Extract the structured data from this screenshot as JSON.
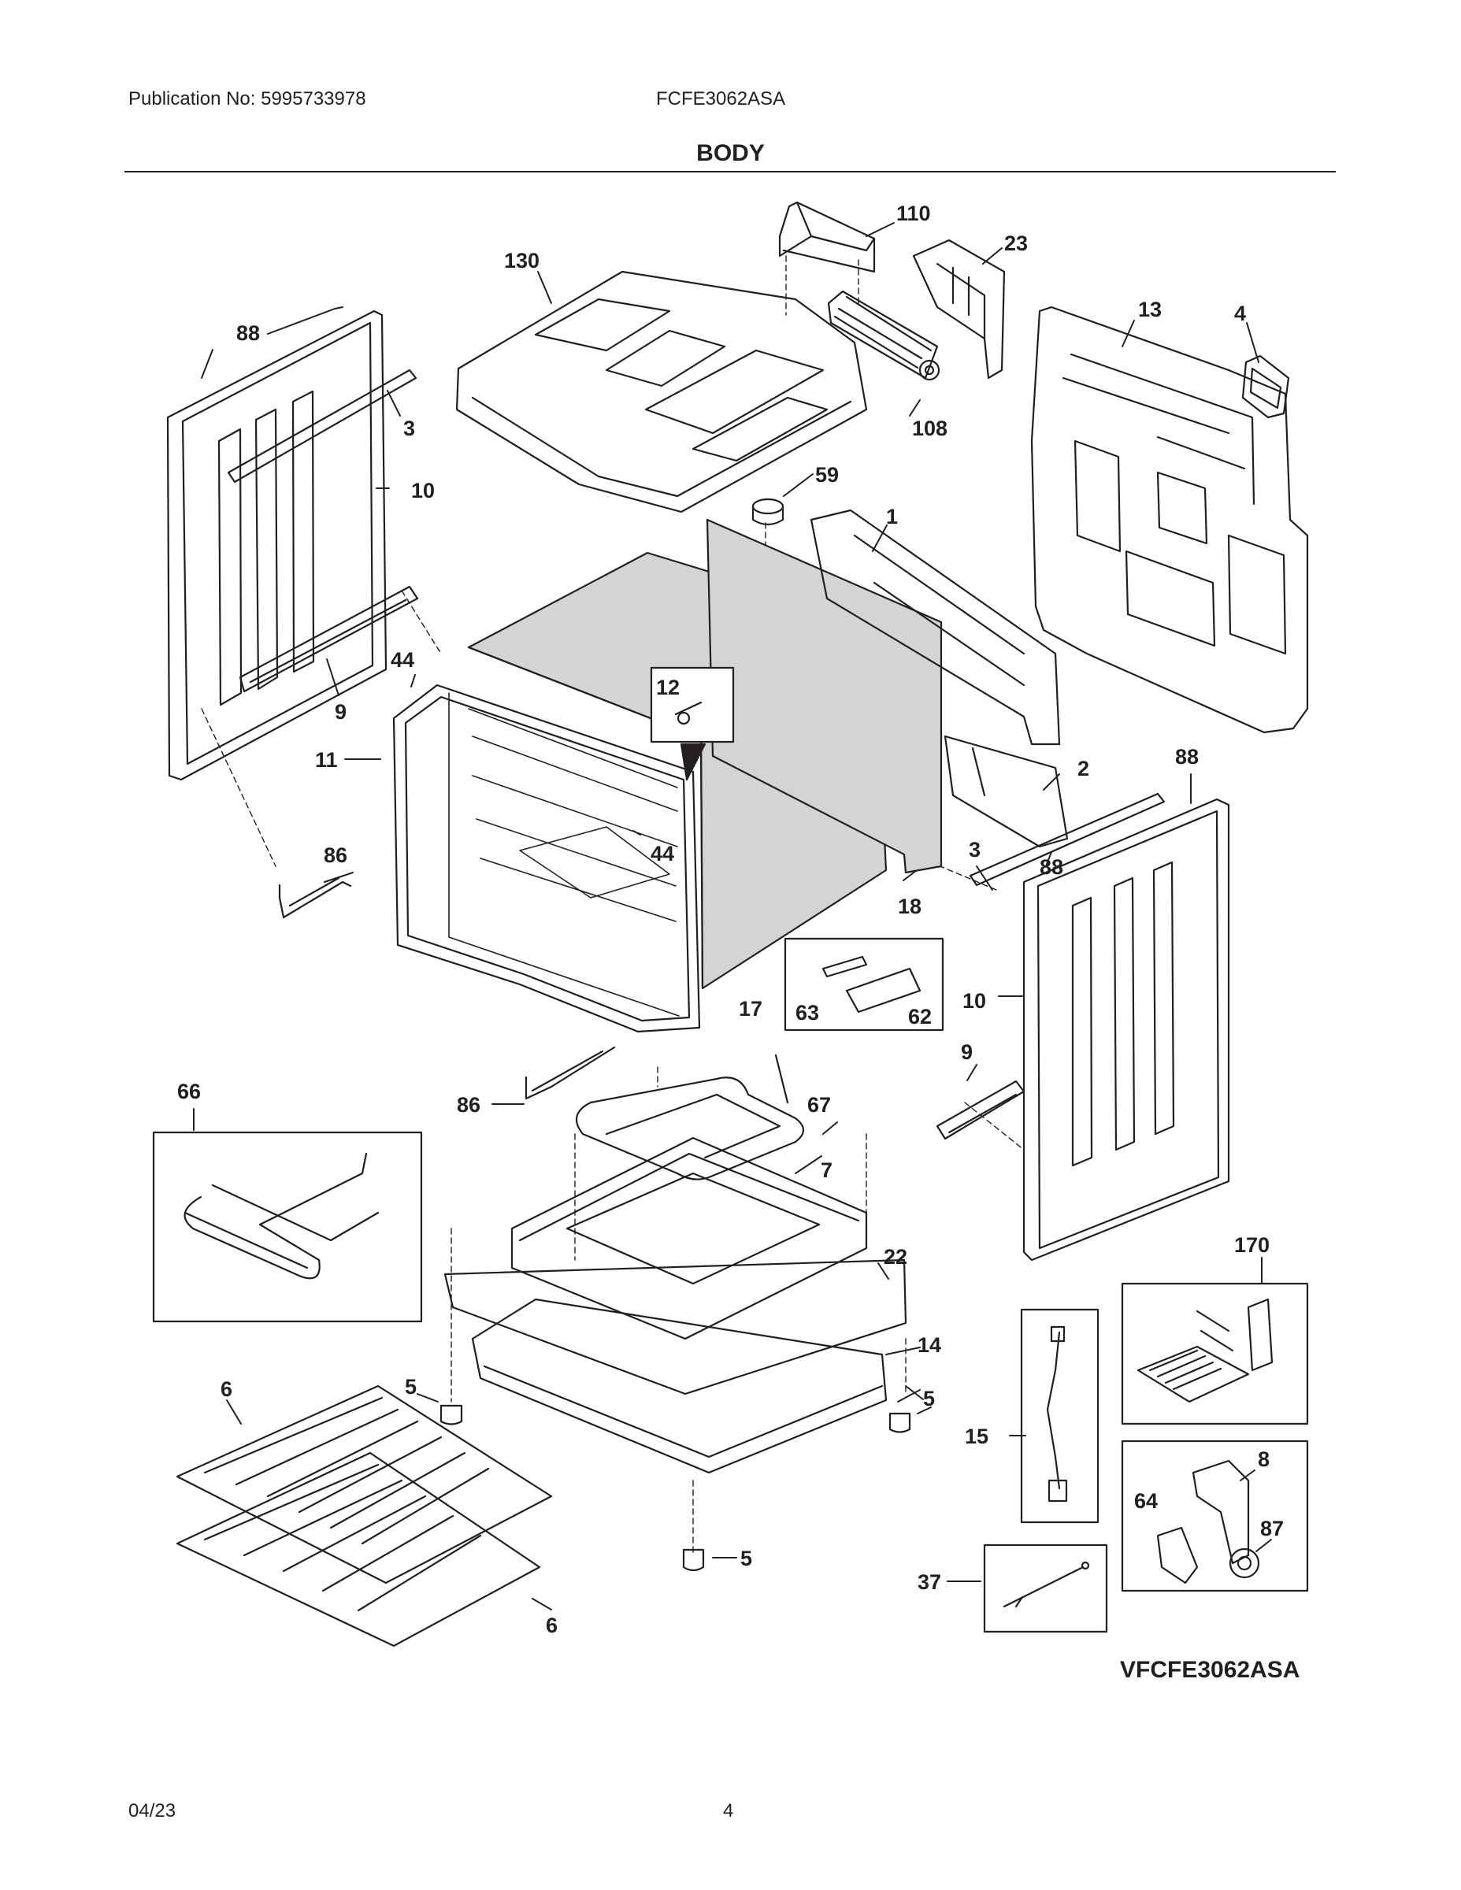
{
  "header": {
    "publication": "Publication No: 5995733978",
    "model": "FCFE3062ASA",
    "section_title": "BODY"
  },
  "footer": {
    "date": "04/23",
    "page": "4"
  },
  "diagram": {
    "reference_code": "VFCFE3062ASA",
    "callouts": [
      "110",
      "23",
      "130",
      "13",
      "4",
      "88",
      "3",
      "108",
      "10",
      "59",
      "1",
      "44",
      "12",
      "9",
      "11",
      "2",
      "88",
      "86",
      "44",
      "3",
      "88",
      "18",
      "17",
      "63",
      "62",
      "10",
      "66",
      "86",
      "9",
      "67",
      "7",
      "22",
      "170",
      "14",
      "5",
      "5",
      "6",
      "15",
      "8",
      "64",
      "87",
      "5",
      "37",
      "6"
    ]
  },
  "colors": {
    "ink": "#231f20",
    "paper": "#ffffff",
    "fill": "#d4d4d4"
  }
}
